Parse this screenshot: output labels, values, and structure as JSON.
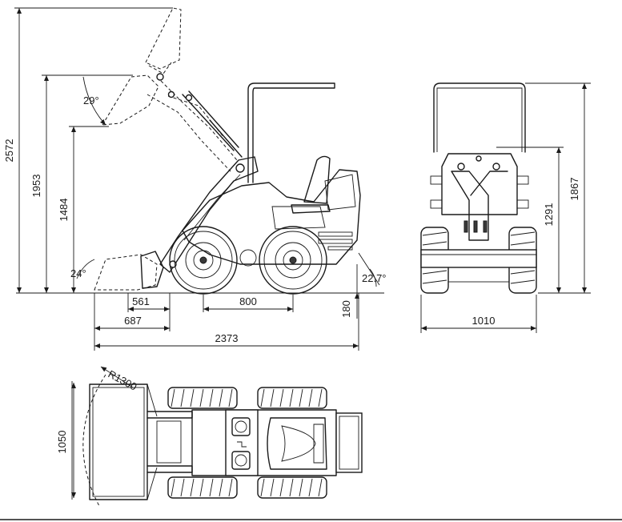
{
  "dimensions": {
    "overall_height": "2572",
    "pivot_height": "1953",
    "dump_height": "1484",
    "dump_angle": "29°",
    "rollback_angle": "24°",
    "departure_angle": "22.7°",
    "front_overhang_bucket": "561",
    "wheelbase": "800",
    "front_overhang": "687",
    "overall_length": "2373",
    "ground_clearance": "180",
    "overall_width": "1010",
    "rops_height": "1867",
    "seat_height": "1291",
    "turning_radius": "R1300",
    "bucket_width": "1050"
  }
}
